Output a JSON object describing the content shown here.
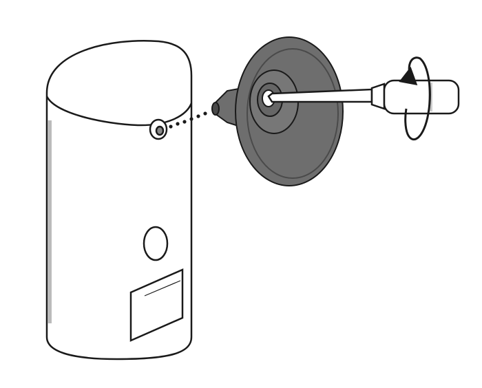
{
  "illustration": {
    "colors": {
      "outline": "#1a1a1a",
      "device_body": "#ffffff",
      "suction_cup": "#6e6e6e",
      "suction_cup_dark": "#4a4a4a",
      "shading": "#e6e6e6"
    },
    "icons": [
      "device-illustration",
      "suction-cup-mount",
      "screwdriver",
      "rotation-arrow-icon",
      "dotted-alignment-line"
    ]
  }
}
